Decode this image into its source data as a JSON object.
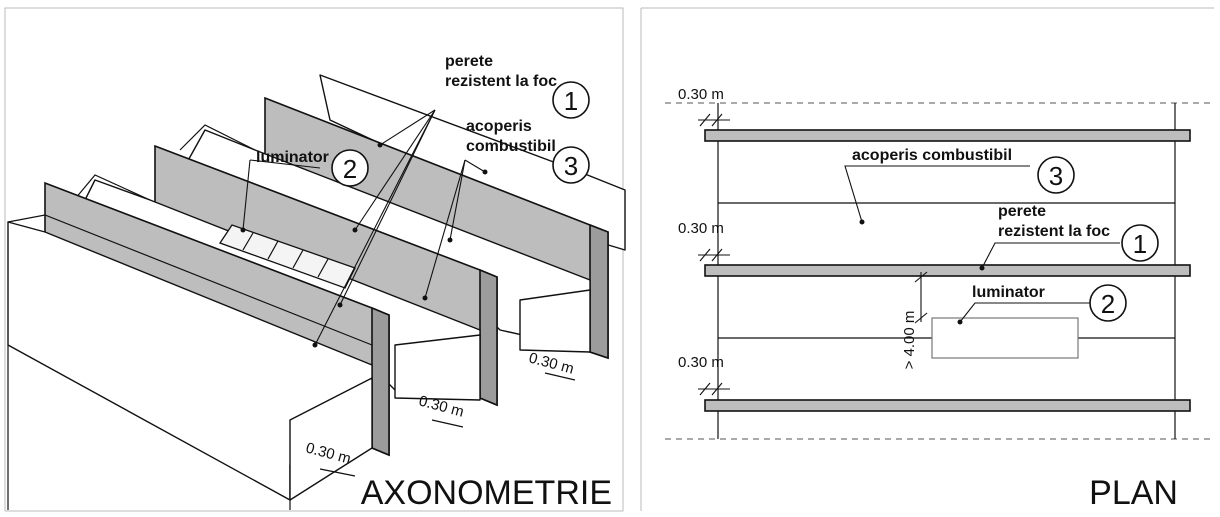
{
  "axonometrie": {
    "title": "AXONOMETRIE",
    "callouts": [
      {
        "number": "1",
        "line1": "perete",
        "line2": "rezistent la foc"
      },
      {
        "number": "2",
        "line1": "luminator",
        "line2": ""
      },
      {
        "number": "3",
        "line1": "acoperis",
        "line2": "combustibil"
      }
    ],
    "dimensions": [
      "0.30 m",
      "0.30 m",
      "0.30 m"
    ]
  },
  "plan": {
    "title": "PLAN",
    "callouts": [
      {
        "number": "3",
        "line1": "acoperis combustibil",
        "line2": ""
      },
      {
        "number": "1",
        "line1": "perete",
        "line2": "rezistent la foc"
      },
      {
        "number": "2",
        "line1": "luminator",
        "line2": ""
      }
    ],
    "dimensions": [
      "0.30 m",
      "0.30 m",
      "0.30 m"
    ],
    "distance": "> 4.00 m"
  },
  "colors": {
    "wall_fill": "#bdbdbd",
    "line": "#111111"
  }
}
